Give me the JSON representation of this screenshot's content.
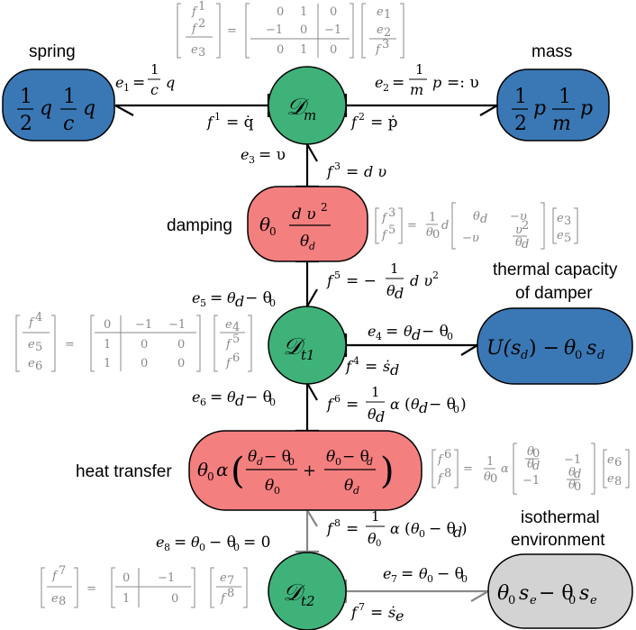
{
  "nodes": {
    "spring": {
      "label": "spring",
      "expr": "½ q (1/c) q",
      "color": "#3a78b5"
    },
    "mass": {
      "label": "mass",
      "expr": "½ p (1/m) p",
      "color": "#3a78b5"
    },
    "damping": {
      "label": "damping",
      "expr": "θ₀ d υ² / θ_d",
      "color": "#f47f7f"
    },
    "thermal_capacity": {
      "label_line1": "thermal capacity",
      "label_line2": "of damper",
      "expr": "U(s_d) − θ₀ s_d",
      "color": "#3a78b5"
    },
    "heat_transfer": {
      "label": "heat transfer",
      "expr": "θ₀ α ((θ_d−θ₀)/θ₀ + (θ₀−θ_d)/θ_d)",
      "color": "#f47f7f"
    },
    "environment": {
      "label_line1": "isothermal",
      "label_line2": "environment",
      "expr": "θ₀ s_e − θ₀ s_e",
      "color": "#d3d3d3"
    },
    "dirac_m": {
      "name": "D",
      "sub": "m",
      "color": "#3fb27a"
    },
    "dirac_t1": {
      "name": "D",
      "sub": "t1",
      "color": "#3fb27a"
    },
    "dirac_t2": {
      "name": "D",
      "sub": "t2",
      "color": "#3fb27a"
    }
  },
  "bond_labels": {
    "e1": "e₁ = (1/c) q",
    "f1": "f¹ = q̇",
    "e2": "e₂ = (1/m) p =: υ",
    "f2": "f² = ṗ",
    "e3": "e₃ = υ",
    "f3": "f³ = d υ",
    "f5": "f⁵ = −(1/θ_d) d υ²",
    "e5": "e₅ = θ_d − θ₀",
    "e4": "e₄ = θ_d − θ₀",
    "f4": "f⁴ = ṡ_d",
    "e6": "e₆ = θ_d − θ₀",
    "f6": "f⁶ = (1/θ_d) α (θ_d − θ₀)",
    "e8": "e₈ = θ₀ − θ₀ = 0",
    "f8": "f⁸ = (1/θ₀) α (θ₀ − θ_d)",
    "e7": "e₇ = θ₀ − θ₀",
    "f7": "f⁷ = ṡ_e"
  },
  "matrices": {
    "dm": "[f¹; f²; e₃] = [[0,1,0],[−1,0,−1],[0,1,0]] [e₁; e₂; f³]",
    "damping": "[f³; f⁵] = (1/θ₀) d [[θ_d, −υ],[−υ, υ²/θ_d]] [e₃; e₅]",
    "dt1": "[f⁴; e₅; e₆] = [[0,−1,−1],[1,0,0],[1,0,0]] [e₄; f⁵; f⁶]",
    "heat": "[f⁶; f⁸] = (1/θ₀) α [[θ₀/θ_d, −1],[−1, θ_d/θ₀]] [e₆; e₈]",
    "dt2": "[f⁷; e₈] = [[0,−1],[1,0]] [e₇; f⁸]"
  }
}
